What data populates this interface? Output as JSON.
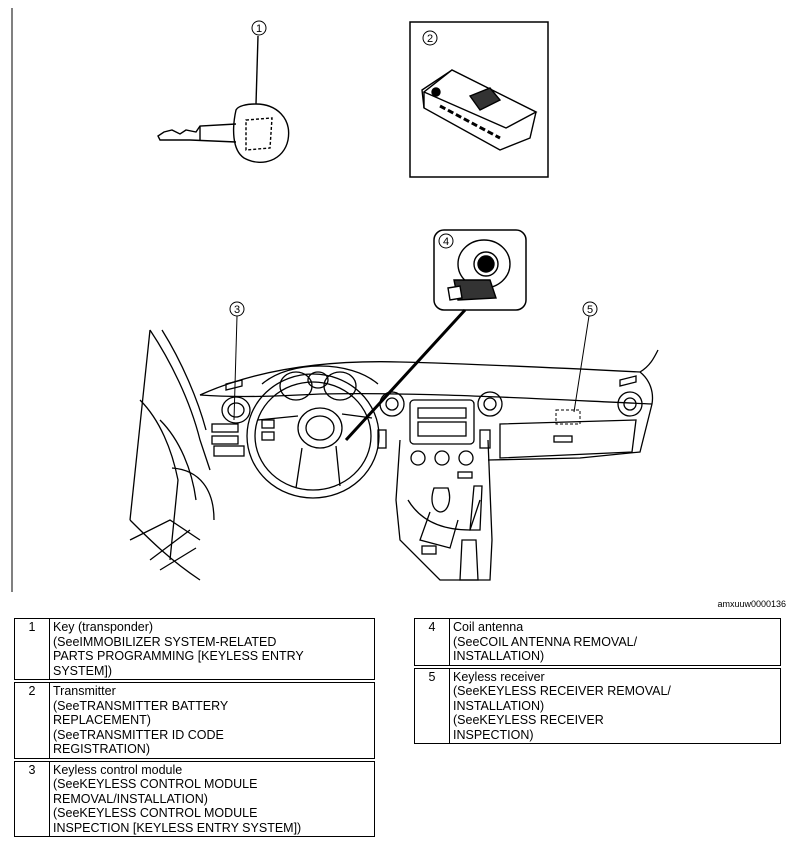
{
  "figure": {
    "callouts": [
      "1",
      "2",
      "3",
      "4",
      "5"
    ],
    "image_code": "amxuuw0000136"
  },
  "legend_left": [
    {
      "num": "1",
      "title": "Key (transponder)",
      "refs": [
        {
          "see": "(See",
          "lines": [
            "IMMOBILIZER SYSTEM-RELATED",
            "PARTS PROGRAMMING [KEYLESS ENTRY",
            "SYSTEM])"
          ]
        }
      ]
    },
    {
      "num": "2",
      "title": "Transmitter",
      "refs": [
        {
          "see": "(See",
          "lines": [
            "TRANSMITTER BATTERY",
            "REPLACEMENT)"
          ]
        },
        {
          "see": "(See",
          "lines": [
            "TRANSMITTER ID CODE",
            "REGISTRATION)"
          ]
        }
      ]
    },
    {
      "num": "3",
      "title": "Keyless control module",
      "refs": [
        {
          "see": "(See",
          "lines": [
            "KEYLESS CONTROL MODULE",
            "REMOVAL/INSTALLATION)"
          ]
        },
        {
          "see": "(See",
          "lines": [
            "KEYLESS CONTROL MODULE",
            "INSPECTION [KEYLESS ENTRY SYSTEM])"
          ]
        }
      ]
    }
  ],
  "legend_right": [
    {
      "num": "4",
      "title": "Coil antenna",
      "refs": [
        {
          "see": "(See",
          "lines": [
            "COIL ANTENNA REMOVAL/",
            "INSTALLATION)"
          ]
        }
      ]
    },
    {
      "num": "5",
      "title": "Keyless receiver",
      "refs": [
        {
          "see": "(See",
          "lines": [
            "KEYLESS RECEIVER REMOVAL/",
            "INSTALLATION)"
          ]
        },
        {
          "see": "(See",
          "lines": [
            "KEYLESS RECEIVER",
            "INSPECTION)"
          ]
        }
      ]
    }
  ]
}
